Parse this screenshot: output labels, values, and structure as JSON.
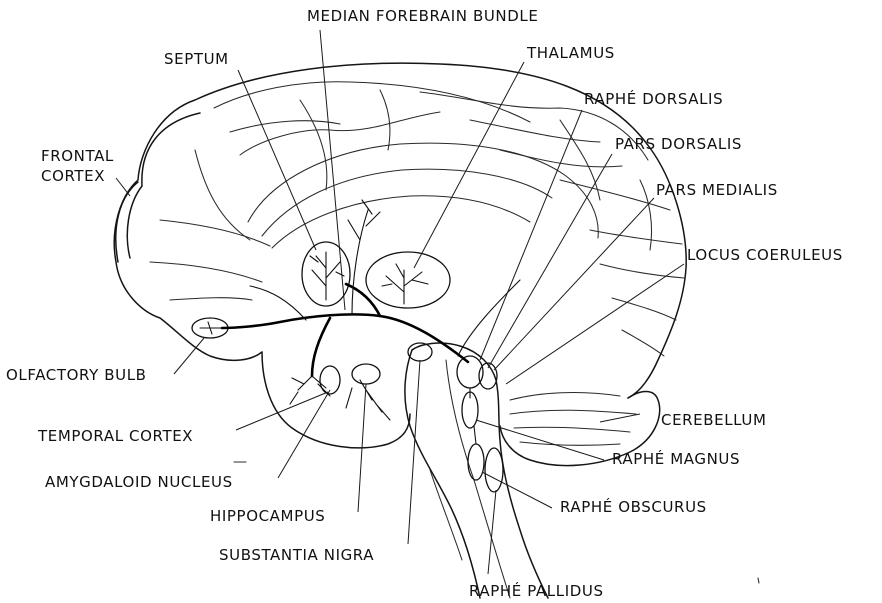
{
  "labels": {
    "median_forebrain_bundle": "MEDIAN FOREBRAIN BUNDLE",
    "septum": "SEPTUM",
    "thalamus": "THALAMUS",
    "raphe_dorsalis": "RAPHÉ DORSALIS",
    "frontal": "FRONTAL",
    "cortex": "CORTEX",
    "pars_dorsalis": "PARS DORSALIS",
    "pars_medialis": "PARS MEDIALIS",
    "locus_coeruleus": "LOCUS COERULEUS",
    "olfactory_bulb": "OLFACTORY BULB",
    "cerebellum": "CEREBELLUM",
    "temporal_cortex": "TEMPORAL CORTEX",
    "raphe_magnus": "RAPHÉ MAGNUS",
    "amygdaloid_nucleus": "AMYGDALOID NUCLEUS",
    "raphe_obscurus": "RAPHÉ OBSCURUS",
    "hippocampus": "HIPPOCAMPUS",
    "substantia_nigra": "SUBSTANTIA NIGRA",
    "raphe_pallidus": "RAPHÉ PALLIDUS"
  },
  "colors": {
    "ink": "#111111",
    "background": "#ffffff"
  }
}
